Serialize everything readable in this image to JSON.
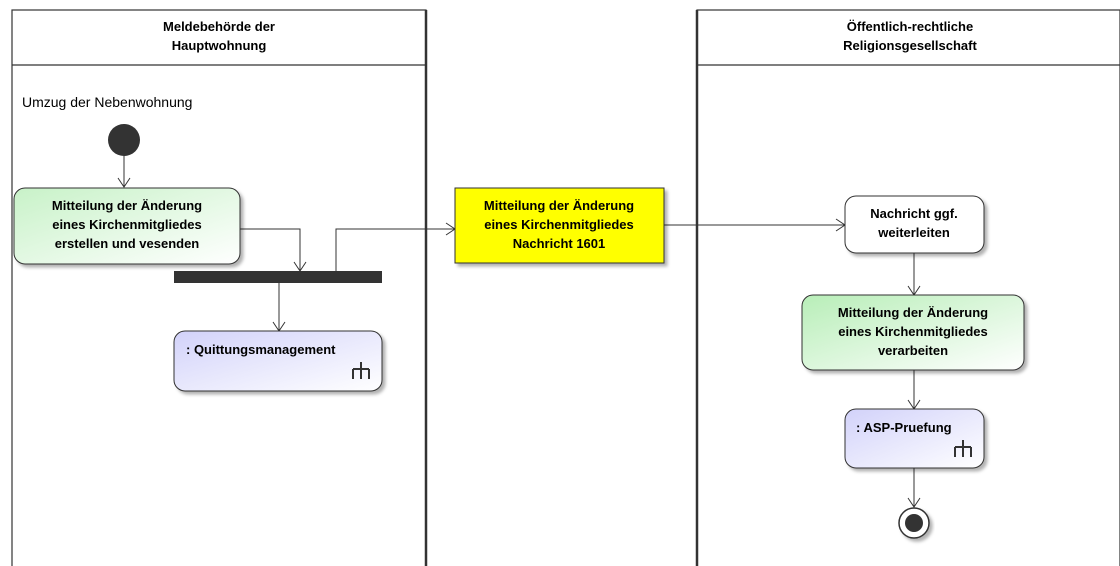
{
  "swimlanes": {
    "left": {
      "title_line1": "Meldebehörde der",
      "title_line2": "Hauptwohnung"
    },
    "right": {
      "title_line1": "Öffentlich-rechtliche",
      "title_line2": "Religionsgesellschaft"
    }
  },
  "start_label": "Umzug der Nebenwohnung",
  "actions": {
    "create": {
      "line1": "Mitteilung der Änderung",
      "line2": "eines Kirchenmitgliedes",
      "line3": "erstellen und vesenden"
    },
    "message": {
      "line1": "Mitteilung der Änderung",
      "line2": "eines Kirchenmitgliedes",
      "line3": "Nachricht 1601"
    },
    "forward": {
      "line1": "Nachricht ggf.",
      "line2": "weiterleiten"
    },
    "process": {
      "line1": "Mitteilung der Änderung",
      "line2": "eines Kirchenmitgliedes",
      "line3": "verarbeiten"
    },
    "receipt": {
      "label": ": Quittungsmanagement"
    },
    "asp": {
      "label": ": ASP-Pruefung"
    }
  },
  "colors": {
    "action_green": "#e8fbe8",
    "object_yellow": "#ffff00",
    "call_lavender": "#e0e0fb",
    "line": "#333333"
  }
}
